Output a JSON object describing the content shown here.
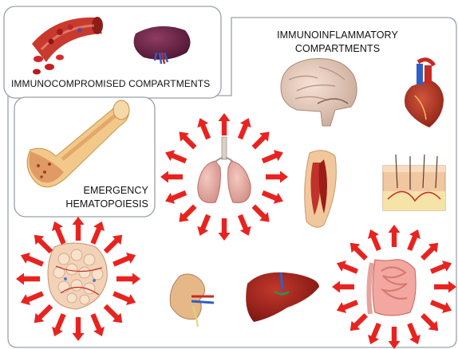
{
  "labels": {
    "immunocompromised": "IMMUNOCOMPROMISED COMPARTMENTS",
    "immunoinflammatory_line1": "IMMUNOINFLAMMATORY",
    "immunoinflammatory_line2": "COMPARTMENTS",
    "emergency_line1": "EMERGENCY",
    "emergency_line2": "HEMATOPOIESIS"
  },
  "colors": {
    "box_border": "#9aa0a8",
    "arrow": "#e8231f",
    "label_text": "#111111"
  },
  "illustrations": [
    "blood-vessel-icon",
    "spleen-icon",
    "bone-icon",
    "brain-icon",
    "heart-icon",
    "lungs-icon",
    "muscle-icon",
    "skin-icon",
    "adipose-tissue-icon",
    "kidney-icon",
    "liver-icon",
    "intestine-icon"
  ]
}
